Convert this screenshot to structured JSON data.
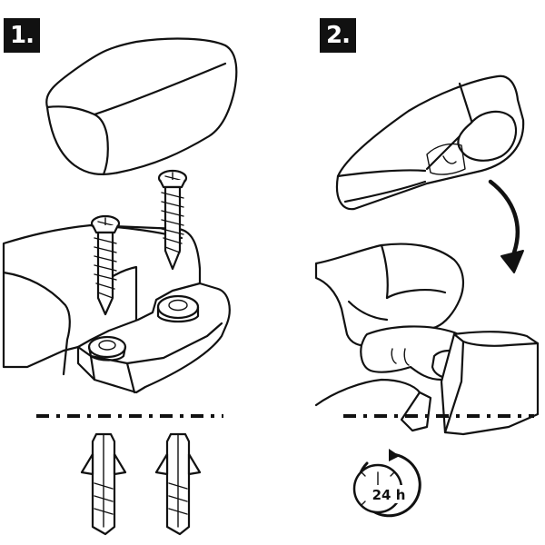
{
  "steps": [
    {
      "label": "1."
    },
    {
      "label": "2."
    }
  ],
  "timer": {
    "label": "24 h"
  },
  "colors": {
    "ink": "#111111",
    "paper": "#ffffff"
  },
  "icons": [
    "cover-icon",
    "screw-icon",
    "wall-plug-icon",
    "device-base-icon",
    "hand-icon",
    "curved-arrow-icon",
    "clock-icon"
  ]
}
